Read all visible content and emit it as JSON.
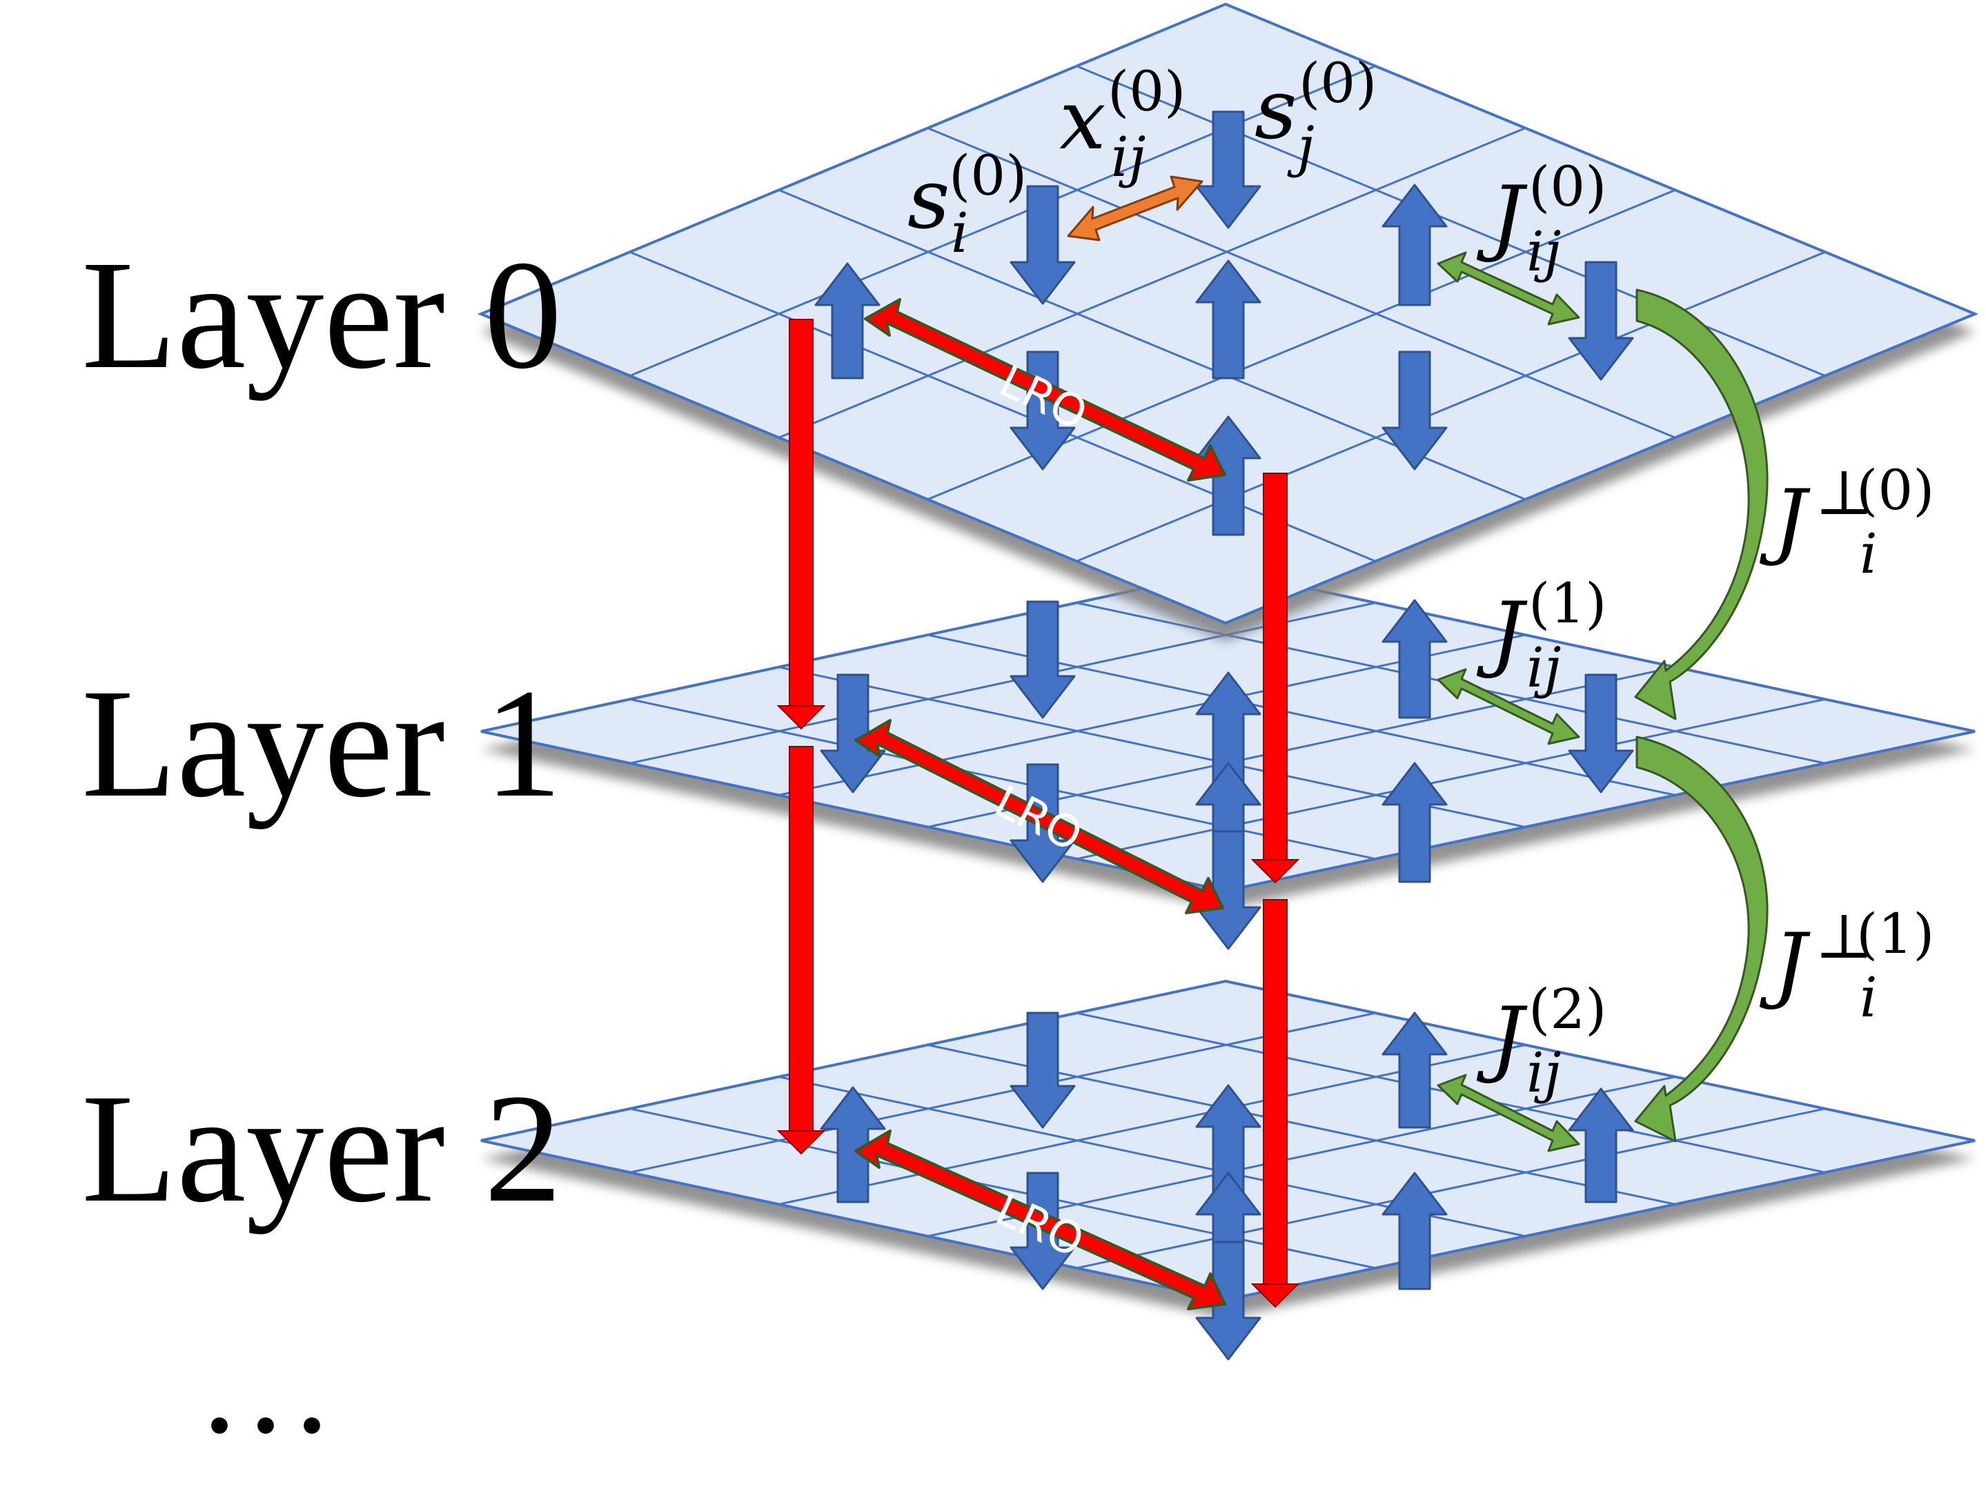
{
  "layers": [
    {
      "label": "Layer 0"
    },
    {
      "label": "Layer 1"
    },
    {
      "label": "Layer 2"
    }
  ],
  "ellipsis": "…",
  "lro_label": "LRO",
  "math": {
    "x_sym": "x",
    "x_sub": "ij",
    "s_sym": "s",
    "s_i_sub": "i",
    "s_j_sub": "j",
    "J_sym": "J",
    "J_sub": "ij",
    "J_perp": "⊥",
    "J_perp_sub": "i",
    "sup0": "(0)",
    "sup1": "(1)",
    "sup2": "(2)"
  },
  "colors": {
    "plane_fill": "#dfe9f8",
    "plane_line": "#4472c4",
    "spin": "#4472c4",
    "lro": "#ff0000",
    "lro_edge": "#385723",
    "coupling": "#70ad47",
    "x_arrow": "#ed7d31"
  }
}
